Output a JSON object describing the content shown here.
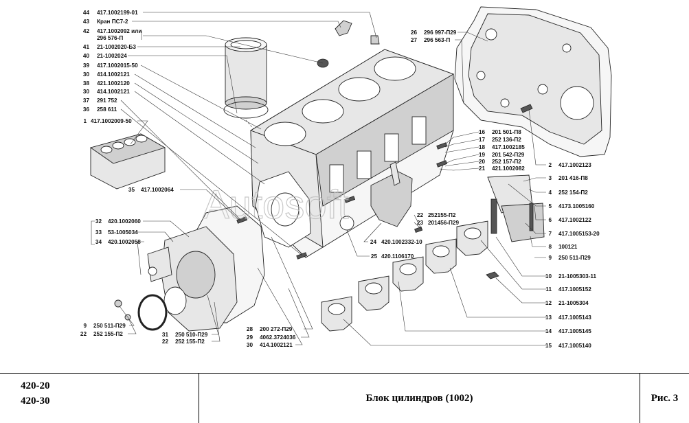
{
  "watermark": "Autosoft",
  "callouts": [
    {
      "num": "44",
      "code": "417.1002199-01"
    },
    {
      "num": "43",
      "code": "Кран ПС7-2"
    },
    {
      "num": "42",
      "code": "417.1002092 или"
    },
    {
      "num": "",
      "code": "296 576-П"
    },
    {
      "num": "41",
      "code": "21-1002020-Б3"
    },
    {
      "num": "40",
      "code": "21-1002024"
    },
    {
      "num": "39",
      "code": "417.1002015-50"
    },
    {
      "num": "30",
      "code": "414.1002121"
    },
    {
      "num": "38",
      "code": "421.1002120"
    },
    {
      "num": "30",
      "code": "414.1002121"
    },
    {
      "num": "37",
      "code": "291 752"
    },
    {
      "num": "36",
      "code": "258 611"
    },
    {
      "num": "1",
      "code": "417.1002009-50"
    },
    {
      "num": "35",
      "code": "417.1002064"
    },
    {
      "num": "32",
      "code": "420.1002060"
    },
    {
      "num": "33",
      "code": "53-1005034"
    },
    {
      "num": "34",
      "code": "420.1002058"
    },
    {
      "num": "9",
      "code": "250 511-П29"
    },
    {
      "num": "22",
      "code": "252 155-П2"
    },
    {
      "num": "31",
      "code": "250 510-П29"
    },
    {
      "num": "22",
      "code": "252 155-П2"
    },
    {
      "num": "28",
      "code": "200 272-П29"
    },
    {
      "num": "29",
      "code": "4062.3724036"
    },
    {
      "num": "30",
      "code": "414.1002121"
    },
    {
      "num": "25",
      "code": "420.1106170"
    },
    {
      "num": "24",
      "code": "420.1002332-10"
    },
    {
      "num": "22",
      "code": "252155-П2"
    },
    {
      "num": "23",
      "code": "201456-П29"
    },
    {
      "num": "26",
      "code": "296 997-П29"
    },
    {
      "num": "27",
      "code": "296 563-П"
    },
    {
      "num": "16",
      "code": "201 501-П8"
    },
    {
      "num": "17",
      "code": "252 136-П2"
    },
    {
      "num": "18",
      "code": "417.1002185"
    },
    {
      "num": "19",
      "code": "201 542-П29"
    },
    {
      "num": "20",
      "code": "252 157-П2"
    },
    {
      "num": "21",
      "code": "421.1002082"
    },
    {
      "num": "2",
      "code": "417.1002123"
    },
    {
      "num": "3",
      "code": "201 416-П8"
    },
    {
      "num": "4",
      "code": "252 154-П2"
    },
    {
      "num": "5",
      "code": "4173.1005160"
    },
    {
      "num": "6",
      "code": "417.1002122"
    },
    {
      "num": "7",
      "code": "417.1005153-20"
    },
    {
      "num": "8",
      "code": "100121"
    },
    {
      "num": "9",
      "code": "250 511-П29"
    },
    {
      "num": "10",
      "code": "21-1005303-11"
    },
    {
      "num": "11",
      "code": "417.1005152"
    },
    {
      "num": "12",
      "code": "21-1005304"
    },
    {
      "num": "13",
      "code": "417.1005143"
    },
    {
      "num": "14",
      "code": "417.1005145"
    },
    {
      "num": "15",
      "code": "417.1005140"
    }
  ],
  "footer": {
    "model_1": "420-20",
    "model_2": "420-30",
    "title": "Блок цилиндров (1002)",
    "figure": "Рис. 3"
  }
}
